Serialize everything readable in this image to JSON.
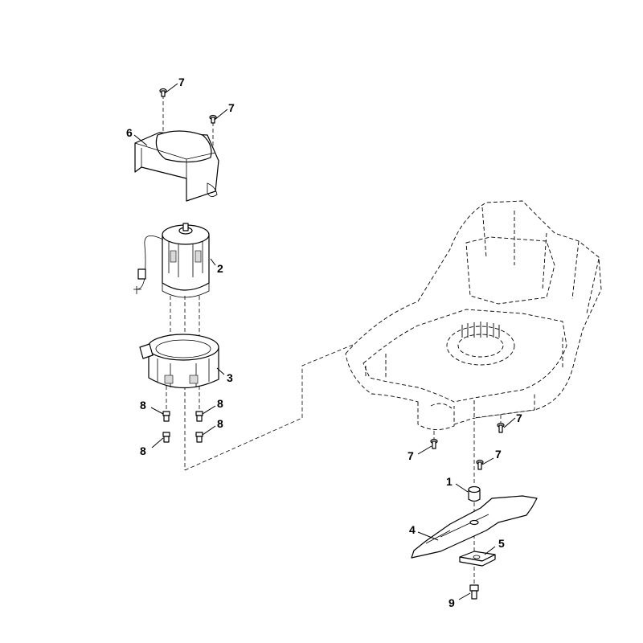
{
  "callouts": [
    {
      "id": "c1",
      "text": "1"
    },
    {
      "id": "c2",
      "text": "2"
    },
    {
      "id": "c3",
      "text": "3"
    },
    {
      "id": "c4",
      "text": "4"
    },
    {
      "id": "c5",
      "text": "5"
    },
    {
      "id": "c6",
      "text": "6"
    },
    {
      "id": "c7a",
      "text": "7"
    },
    {
      "id": "c7b",
      "text": "7"
    },
    {
      "id": "c7c",
      "text": "7"
    },
    {
      "id": "c7d",
      "text": "7"
    },
    {
      "id": "c7e",
      "text": "7"
    },
    {
      "id": "c8a",
      "text": "8"
    },
    {
      "id": "c8b",
      "text": "8"
    },
    {
      "id": "c8c",
      "text": "8"
    },
    {
      "id": "c8d",
      "text": "8"
    },
    {
      "id": "c9",
      "text": "9"
    }
  ]
}
